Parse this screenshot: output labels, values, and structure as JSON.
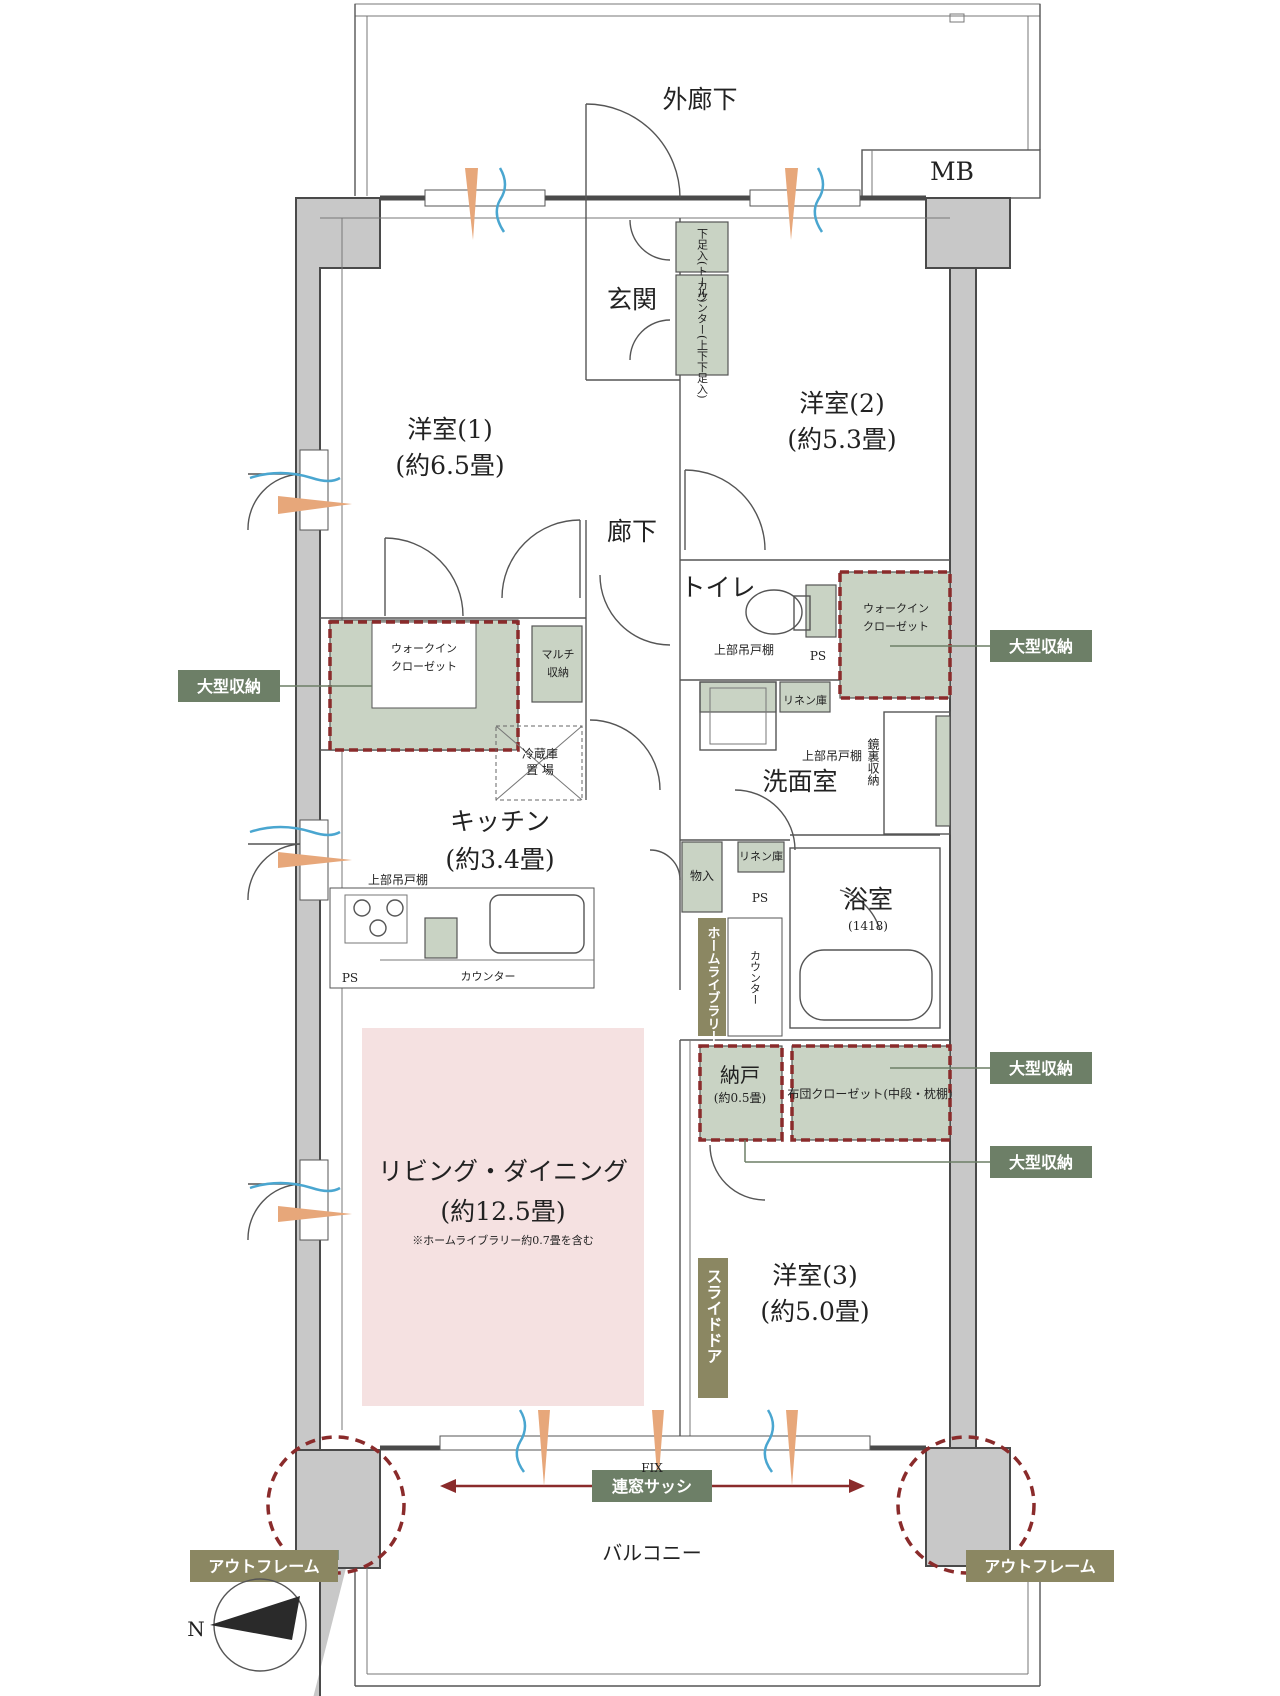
{
  "colors": {
    "storage_fill": "#c9d3c4",
    "large_storage_outline": "#8a2b2b",
    "badge_green": "#6d7f67",
    "badge_olive": "#8b8762",
    "living_highlight": "#f5e1e1",
    "wall": "#c8c8c8",
    "arrow": "#8a2b2b"
  },
  "icons": [
    "compass-north-icon",
    "ventilation-arrow-icon",
    "door-swing-icon",
    "stove-burner-icon",
    "sink-icon",
    "toilet-icon",
    "bathtub-icon"
  ],
  "labels": {
    "outer_corridor": "外廊下",
    "mb": "MB",
    "entrance": "玄関",
    "shoe_box_tall": "下足入(トール)",
    "shoe_box_counter": "カウンター(上下下足入)",
    "room1_name": "洋室(1)",
    "room1_size": "(約6.5畳)",
    "room2_name": "洋室(2)",
    "room2_size": "(約5.3畳)",
    "hallway": "廊下",
    "toilet": "トイレ",
    "upper_cabinet_toilet": "上部吊戸棚",
    "ps_toilet": "PS",
    "wic_left_1": "ウォークイン",
    "wic_left_2": "クローゼット",
    "wic_right_1": "ウォークイン",
    "wic_right_2": "クローゼット",
    "multi_storage_1": "マルチ",
    "multi_storage_2": "収納",
    "fridge_1": "冷蔵庫",
    "fridge_2": "置 場",
    "linen_1": "リネン庫",
    "upper_cabinet_wash": "上部吊戸棚",
    "mirror_storage": "鏡裏収納",
    "washroom": "洗面室",
    "kitchen_name": "キッチン",
    "kitchen_size": "(約3.4畳)",
    "upper_cabinet_kitchen": "上部吊戸棚",
    "ps_kitchen": "PS",
    "counter_kitchen": "カウンター",
    "storage_item": "物入",
    "linen_2": "リネン庫",
    "ps_bath": "PS",
    "bathroom_name": "浴室",
    "bathroom_size": "(1418)",
    "home_library": "ホームライブラリー",
    "counter_library": "カウンター",
    "closet_name": "納戸",
    "closet_size": "(約0.5畳)",
    "futon_closet": "布団クローゼット(中段・枕棚)",
    "living_name": "リビング・ダイニング",
    "living_size": "(約12.5畳)",
    "living_note": "※ホームライブラリー約0.7畳を含む",
    "room3_name": "洋室(3)",
    "room3_size": "(約5.0畳)",
    "slide_door": "スライドドア",
    "fix": "FIX",
    "continuous_sash": "連窓サッシ",
    "balcony": "バルコニー",
    "outframe_left": "アウトフレーム",
    "outframe_right": "アウトフレーム",
    "large_storage_1": "大型収納",
    "large_storage_2": "大型収納",
    "large_storage_3": "大型収納",
    "large_storage_4": "大型収納",
    "compass_n": "N"
  }
}
